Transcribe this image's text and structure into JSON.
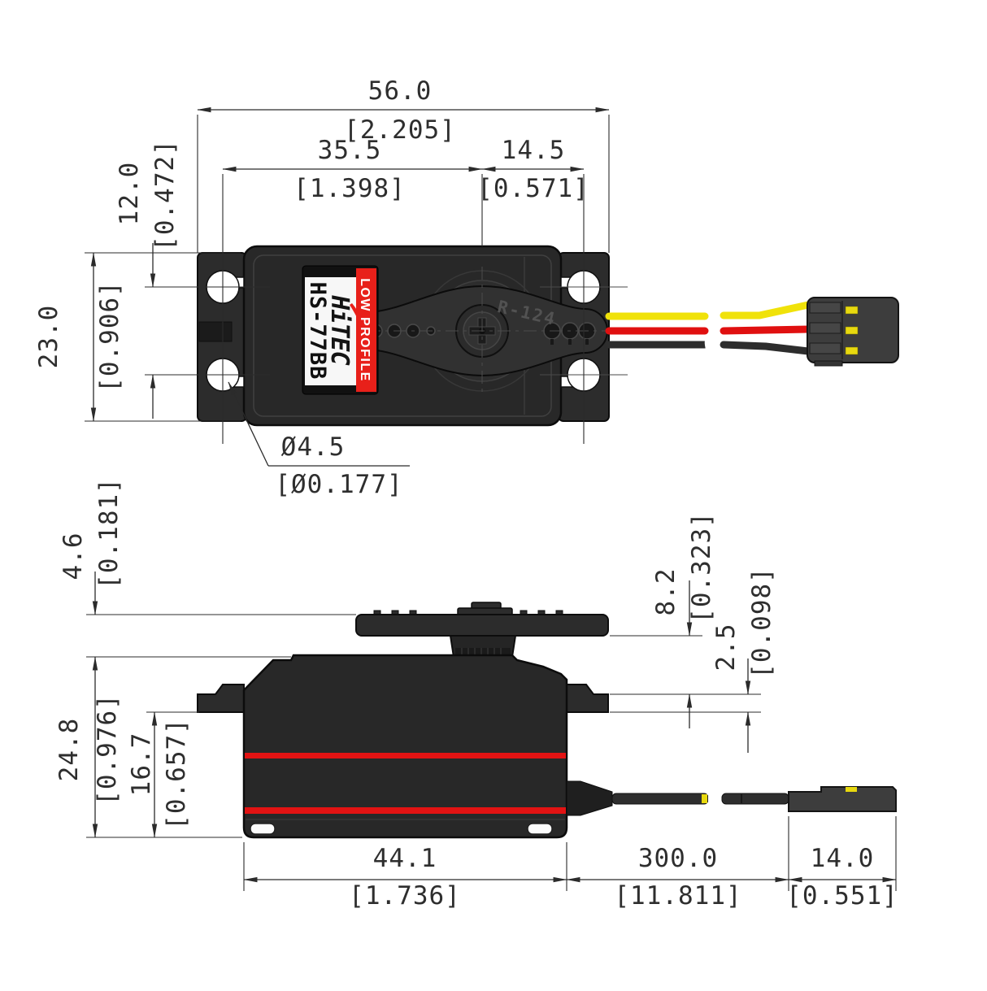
{
  "product": {
    "brand": "HiTEC",
    "model": "HS-77BB",
    "series_label": "LOW PROFILE",
    "horn_marking": "R-124"
  },
  "colors": {
    "accent_red": "#e8201a",
    "stripe_red": "#e21313",
    "wire_yellow": "#f0e20a",
    "wire_red": "#e01010",
    "wire_black": "#2d2d2d",
    "contact_yellow": "#e8d90f"
  },
  "dimensions": {
    "overall_width": {
      "mm": "56.0",
      "in": "[2.205]"
    },
    "span_left": {
      "mm": "35.5",
      "in": "[1.398]"
    },
    "span_right": {
      "mm": "14.5",
      "in": "[0.571]"
    },
    "hole_pitch": {
      "mm": "12.0",
      "in": "[0.472]"
    },
    "flange_height": {
      "mm": "23.0",
      "in": "[0.906]"
    },
    "hole_diameter": {
      "mm": "Ø4.5",
      "in": "[Ø0.177]"
    },
    "horn_clearance": {
      "mm": "4.6",
      "in": "[0.181]"
    },
    "overall_height": {
      "mm": "24.8",
      "in": "[0.976]"
    },
    "lower_height": {
      "mm": "16.7",
      "in": "[0.657]"
    },
    "horn_to_flange": {
      "mm": "8.2",
      "in": "[0.323]"
    },
    "flange_thickness": {
      "mm": "2.5",
      "in": "[0.098]"
    },
    "case_length": {
      "mm": "44.1",
      "in": "[1.736]"
    },
    "cable_length": {
      "mm": "300.0",
      "in": "[11.811]"
    },
    "connector_length": {
      "mm": "14.0",
      "in": "[0.551]"
    }
  }
}
